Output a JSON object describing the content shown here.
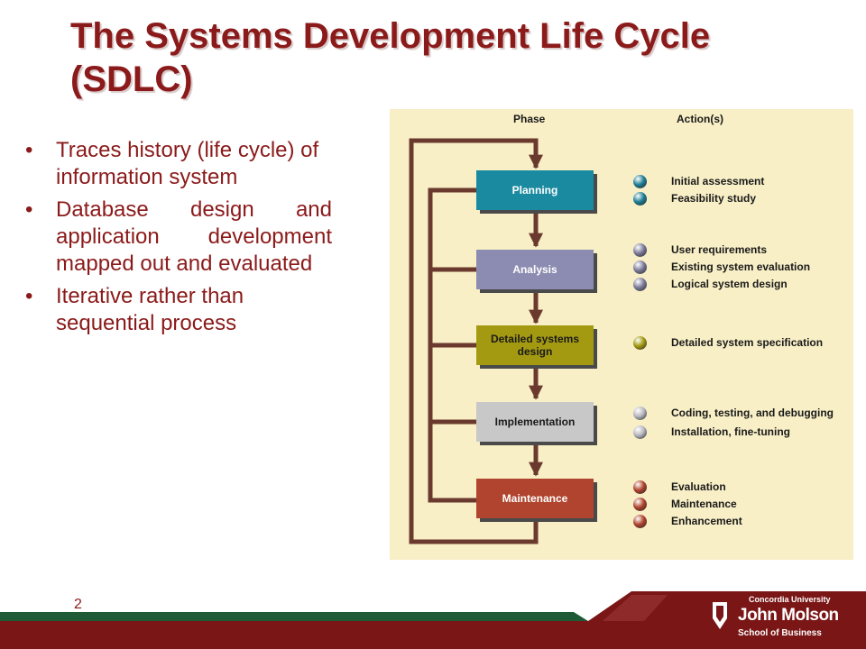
{
  "slide": {
    "title": "The Systems Development Life Cycle (SDLC)",
    "bullet_symbol": "•",
    "bullets": [
      "Traces history (life cycle) of information system",
      "Database design and application development mapped out and evaluated",
      "Iterative rather than sequential process"
    ],
    "page_number": "2"
  },
  "figure": {
    "phase_header": "Phase",
    "action_header": "Action(s)",
    "phases": [
      {
        "name": "Planning",
        "color": "#1a8aa0",
        "text_color": "#ffffff",
        "actions": [
          {
            "text": "Initial assessment",
            "ball": "#1f7f96"
          },
          {
            "text": "Feasibility study",
            "ball": "#1f7f96"
          }
        ]
      },
      {
        "name": "Analysis",
        "color": "#8c8cb2",
        "text_color": "#ffffff",
        "actions": [
          {
            "text": "User requirements",
            "ball": "#7d7d9c"
          },
          {
            "text": "Existing system evaluation",
            "ball": "#7d7d9c"
          },
          {
            "text": "Logical system design",
            "ball": "#7d7d9c"
          }
        ]
      },
      {
        "name": "Detailed systems design",
        "color": "#a49a12",
        "text_color": "#1a1a1a",
        "actions": [
          {
            "text": "Detailed system specification",
            "ball": "#a49a12"
          }
        ]
      },
      {
        "name": "Implementation",
        "color": "#c8c8c8",
        "text_color": "#1a1a1a",
        "actions": [
          {
            "text": "Coding, testing, and debugging",
            "ball": "#b8b8c0"
          },
          {
            "text": "Installation, fine-tuning",
            "ball": "#b8b8c0"
          }
        ]
      },
      {
        "name": "Maintenance",
        "color": "#b0442e",
        "text_color": "#ffffff",
        "actions": [
          {
            "text": "Evaluation",
            "ball": "#b0442e"
          },
          {
            "text": "Maintenance",
            "ball": "#b0442e"
          },
          {
            "text": "Enhancement",
            "ball": "#b0442e"
          }
        ]
      }
    ]
  },
  "branding": {
    "university": "Concordia University",
    "school_name": "John Molson",
    "school_sub": "School of Business",
    "colors": {
      "maroon": "#7a1616",
      "green": "#1e5a36",
      "title": "#8b1a1a"
    }
  }
}
